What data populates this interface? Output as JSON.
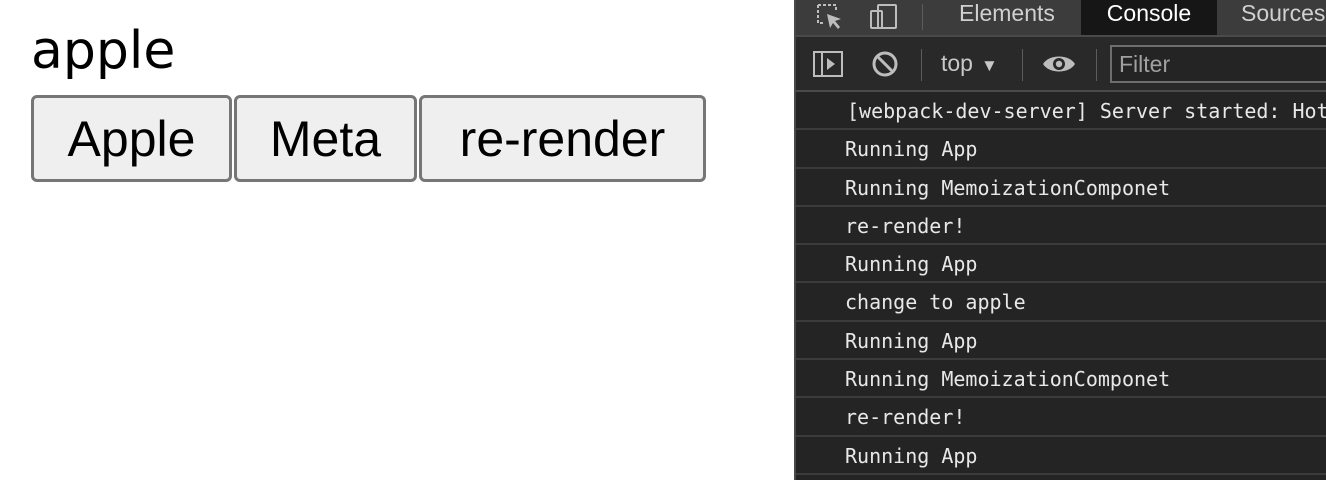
{
  "app": {
    "title": "apple",
    "buttons": [
      "Apple",
      "Meta",
      "re-render"
    ]
  },
  "devtools": {
    "tabs": [
      "Elements",
      "Console",
      "Sources"
    ],
    "active_tab": "Console",
    "toolbar": {
      "context": "top",
      "caret": "▼",
      "filter_placeholder": "Filter"
    },
    "icons": {
      "inspect": "select-element-icon",
      "device": "device-toolbar-icon",
      "sidebar": "show-sidebar-icon",
      "clear": "clear-console-icon",
      "live": "live-expression-eye-icon"
    },
    "colors": {
      "panel_bg": "#242424",
      "tabbar_bg": "#3c3c3c",
      "active_tab_bg": "#161616",
      "log_text": "#e8e8e8"
    },
    "console_lines": [
      "[webpack-dev-server] Server started: Hot Module Replacement enabled, Live Reloading enabled, Progress disabled, Overlay enabled.",
      "Running App",
      "Running MemoizationComponet",
      "re-render!",
      "Running App",
      "change to apple",
      "Running App",
      "Running MemoizationComponet",
      "re-render!",
      "Running App"
    ]
  }
}
